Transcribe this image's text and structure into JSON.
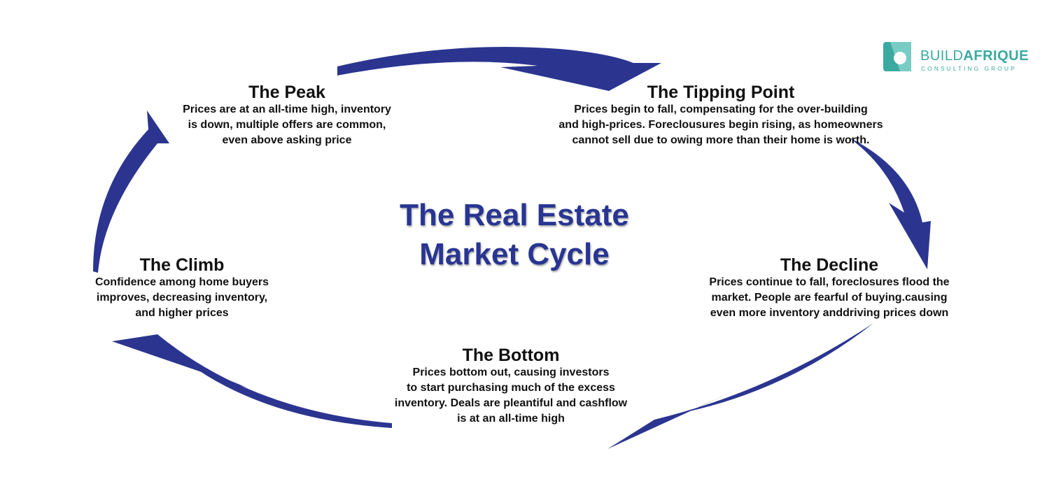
{
  "diagram": {
    "title_line1": "The Real Estate",
    "title_line2": "Market Cycle",
    "stages": {
      "peak": {
        "title": "The Peak",
        "text": "Prices are at an all-time high, inventory\nis down, multiple offers are common,\neven above asking price"
      },
      "tipping_point": {
        "title": "The Tipping Point",
        "text": "Prices begin to fall, compensating for the over-building\nand high-prices. Foreclousures begin rising, as homeowners\ncannot sell due to owing more than their home is worth."
      },
      "decline": {
        "title": "The Decline",
        "text": "Prices continue to fall, foreclosures flood the\nmarket. People are fearful of buying.causing\neven more inventory anddriving prices down"
      },
      "bottom": {
        "title": "The Bottom",
        "text": "Prices bottom out, causing investors\nto start purchasing much of the excess\ninventory. Deals are pleantiful and cashflow\nis at an all-time high"
      },
      "climb": {
        "title": "The Climb",
        "text": "Confidence among home buyers\nimproves, decreasing inventory,\nand higher prices"
      }
    },
    "colors": {
      "arrow": "#2b3590",
      "title": "#283593",
      "text": "#111111",
      "brand": "#3aa99f"
    }
  },
  "logo": {
    "name_light": "BUILD",
    "name_bold": "AFRIQUE",
    "subtitle": "CONSULTING GROUP"
  }
}
